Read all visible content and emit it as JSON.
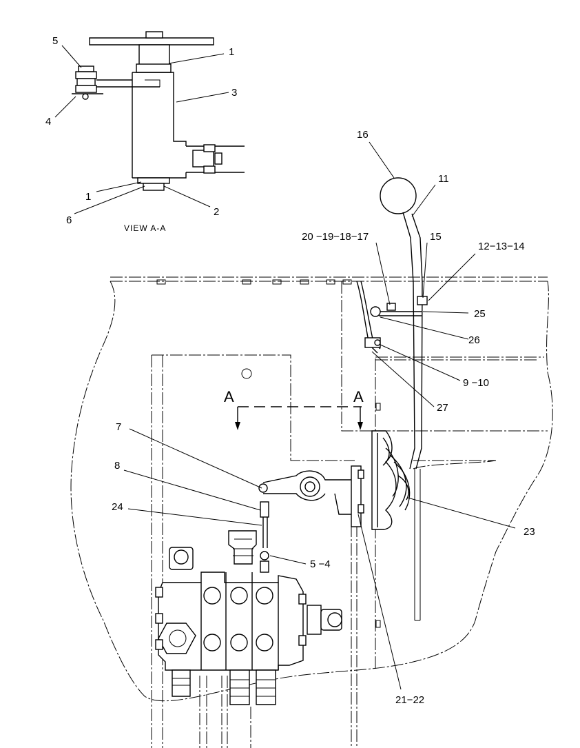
{
  "view_caption": "VIEW A-A",
  "section_markers": [
    "A",
    "A"
  ],
  "callouts": [
    "1",
    "1",
    "2",
    "3",
    "4",
    "5",
    "6",
    "7",
    "8",
    "24",
    "5 −4",
    "16",
    "11",
    "20 −19−18−17",
    "15",
    "12−13−14",
    "25",
    "26",
    "9 −10",
    "27",
    "23",
    "21−22"
  ]
}
